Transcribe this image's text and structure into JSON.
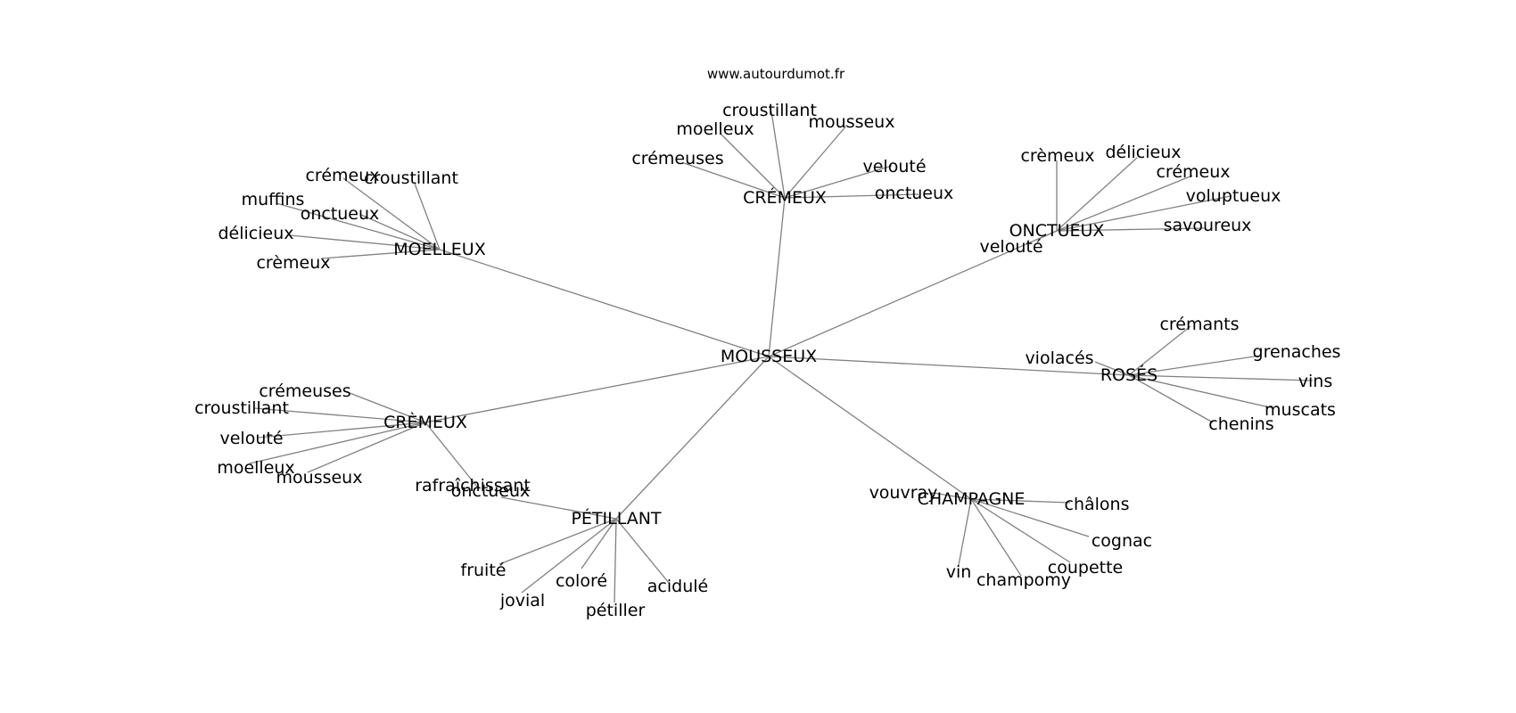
{
  "watermark": "www.autourdumot.fr",
  "graph": {
    "center": "MOUSSEUX",
    "clusters": [
      {
        "label": "CRÉMEUX",
        "leaves": [
          "croustillant",
          "moelleux",
          "mousseux",
          "crémeuses",
          "velouté",
          "onctueux"
        ]
      },
      {
        "label": "MOELLEUX",
        "leaves": [
          "crémeux",
          "croustillant",
          "muffins",
          "onctueux",
          "délicieux",
          "crèmeux"
        ]
      },
      {
        "label": "ONCTUEUX",
        "leaves": [
          "crèmeux",
          "délicieux",
          "crémeux",
          "voluptueux",
          "savoureux",
          "velouté"
        ]
      },
      {
        "label": "ROSÉS",
        "leaves": [
          "crémants",
          "grenaches",
          "violacés",
          "vins",
          "muscats",
          "chenins"
        ]
      },
      {
        "label": "CRÈMEUX",
        "leaves": [
          "crémeuses",
          "croustillant",
          "velouté",
          "moelleux",
          "mousseux",
          "onctueux"
        ]
      },
      {
        "label": "PÉTILLANT",
        "leaves": [
          "rafraîchissant",
          "fruité",
          "coloré",
          "acidulé",
          "jovial",
          "pétiller"
        ]
      },
      {
        "label": "CHAMPAGNE",
        "leaves": [
          "vouvray",
          "châlons",
          "cognac",
          "coupette",
          "vin",
          "champomy"
        ]
      }
    ]
  }
}
